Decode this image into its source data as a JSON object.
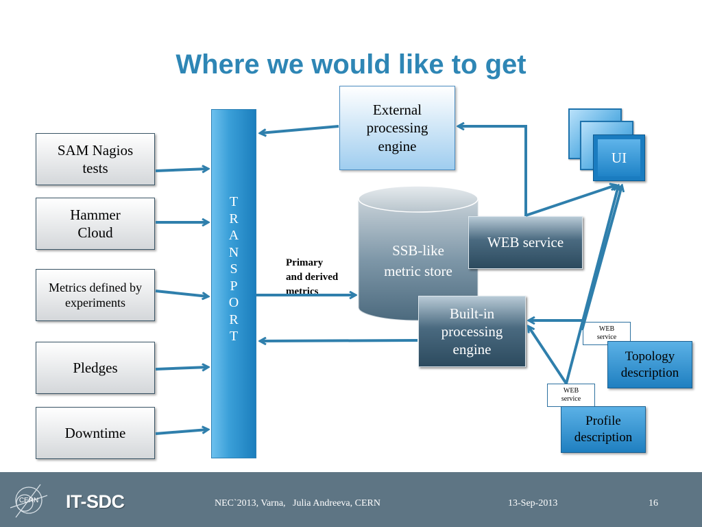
{
  "title": "Where we would like to get",
  "sources": {
    "sam": "SAM Nagios tests",
    "hammer": "Hammer Cloud",
    "metrics": "Metrics defined by experiments",
    "pledges": "Pledges",
    "downtime": "Downtime"
  },
  "transport": [
    "T",
    "R",
    "A",
    "N",
    "S",
    "P",
    "O",
    "R",
    "T"
  ],
  "external_engine": "External processing engine",
  "metric_store": [
    "SSB-like",
    "metric store"
  ],
  "primary_label": [
    "Primary",
    "and derived",
    "metrics"
  ],
  "web_service": "WEB service",
  "builtin_engine": "Built-in processing engine",
  "ui": "UI",
  "web_service_small": "WEB service",
  "topology": "Topology description",
  "profile": "Profile description",
  "footer": {
    "logo_text": "CERN",
    "brand": "IT-SDC",
    "conference": "NEC`2013, Varna,   Julia Andreeva, CERN",
    "date": "13-Sep-2013",
    "page_number": "16"
  },
  "colors": {
    "title": "#2e86b5",
    "arrow": "#2f7fac",
    "footer": "#5e7584",
    "transport": "#1b7ebd"
  },
  "icons": {
    "cern_logo": "cern-logo-icon"
  }
}
